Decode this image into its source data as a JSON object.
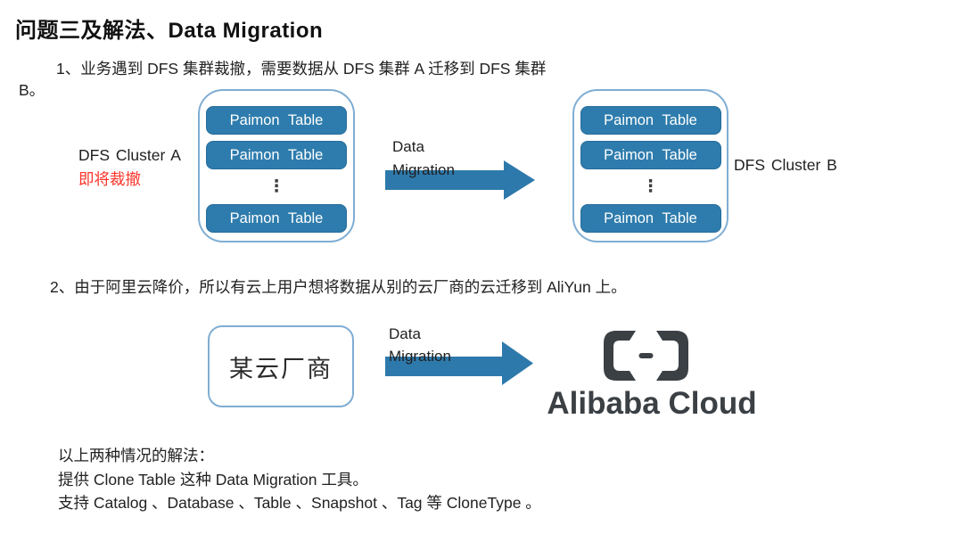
{
  "title": "问题三及解法、Data Migration",
  "section1": {
    "line1": "1、业务遇到 DFS 集群裁撤，需要数据从 DFS 集群 A 迁移到 DFS 集群",
    "line2": "B。",
    "cluster_a": {
      "label": "DFS Cluster A",
      "status_note": "即将裁撤",
      "tables": [
        "Paimon Table",
        "Paimon Table",
        "Paimon Table"
      ],
      "ellipsis": "⋮"
    },
    "cluster_b": {
      "label": "DFS Cluster B",
      "tables": [
        "Paimon Table",
        "Paimon Table",
        "Paimon Table"
      ],
      "ellipsis": "⋮"
    },
    "arrow": {
      "line1": "Data",
      "line2": "Migration"
    }
  },
  "section2": {
    "text": "2、由于阿里云降价，所以有云上用户想将数据从别的云厂商的云迁移到 AliYun 上。",
    "source_box_label": "某云厂商",
    "arrow": {
      "line1": "Data",
      "line2": "Migration"
    },
    "logo_text": "Alibaba Cloud"
  },
  "solution": {
    "line1": "以上两种情况的解法：",
    "line2": "提供 Clone Table 这种 Data Migration 工具。",
    "line3": "支持 Catalog 、Database 、Table 、Snapshot 、Tag 等 CloneType 。"
  },
  "colors": {
    "box-blue": "#2e7cad",
    "box-blue-border": "#266d9c",
    "container-border": "#7fadd3",
    "arrow-blue": "#2e79ab",
    "alert-red": "#fb352b",
    "logo-gray": "#3b4045",
    "text-dark": "#1d1d1f"
  }
}
